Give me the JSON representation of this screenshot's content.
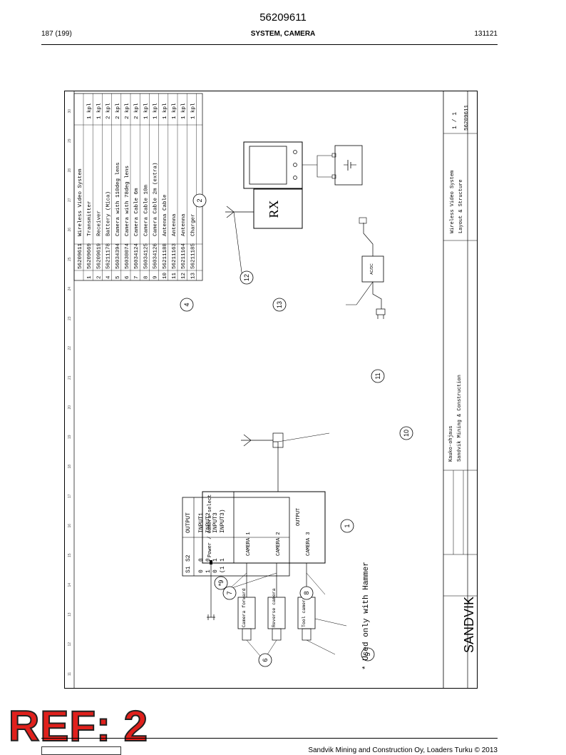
{
  "header": {
    "doc_number": "56209611",
    "page": "187 (199)",
    "section": "SYSTEM, CAMERA",
    "code": "131121"
  },
  "drawing": {
    "ruler_numbers": [
      "11",
      "12",
      "13",
      "14",
      "15",
      "16",
      "17",
      "18",
      "19",
      "20",
      "21",
      "22",
      "23",
      "24",
      "25",
      "26",
      "27",
      "28",
      "29",
      "30"
    ],
    "bom": [
      {
        "pos": "",
        "part": "56209611",
        "desc": "Wireless Video System",
        "qty": ""
      },
      {
        "pos": "1",
        "part": "56209669",
        "desc": "Transmitter",
        "qty": "1 kpl"
      },
      {
        "pos": "2",
        "part": "56209619",
        "desc": "Receiver",
        "qty": "1 kpl"
      },
      {
        "pos": "4",
        "part": "56211178",
        "desc": "Battery (Mica)",
        "qty": "2 kpl"
      },
      {
        "pos": "5",
        "part": "56034394",
        "desc": "Camera with 110deg lens",
        "qty": "2 kpl"
      },
      {
        "pos": "6",
        "part": "56030074",
        "desc": "Camera with 78deg lens",
        "qty": "2 kpl"
      },
      {
        "pos": "7",
        "part": "56034124",
        "desc": "Camera Cable 6m",
        "qty": "2 kpl"
      },
      {
        "pos": "8",
        "part": "56034125",
        "desc": "Camera Cable 10m",
        "qty": "1 kpl"
      },
      {
        "pos": "9",
        "part": "56034126",
        "desc": "Camera Cable 2m (extra)",
        "qty": "1 kpl"
      },
      {
        "pos": "10",
        "part": "56211188",
        "desc": "Antenna Cable",
        "qty": "1 kpl"
      },
      {
        "pos": "11",
        "part": "56211163",
        "desc": "Antenna",
        "qty": "1 kpl"
      },
      {
        "pos": "12",
        "part": "56211164",
        "desc": "Antenna",
        "qty": "1 kpl"
      },
      {
        "pos": "13",
        "part": "56211185",
        "desc": "Charger",
        "qty": "1 kpl"
      }
    ],
    "truth_table": {
      "headers": [
        "S1",
        "S2",
        "OUTPUT"
      ],
      "rows": [
        [
          "0",
          "0",
          "INPUT1"
        ],
        [
          "1",
          "0",
          "INPUT2"
        ],
        [
          "0",
          "1",
          "INPUT3"
        ],
        [
          "(1",
          "1",
          "INPUT3)"
        ]
      ]
    },
    "transmitter": {
      "power": "Power / Camera select",
      "cam1": "CAMERA 1",
      "cam2": "CAMERA 2",
      "cam3": "CAMERA 3",
      "output": "OUTPUT"
    },
    "cameras": {
      "forward": "Camera forward",
      "reverse": "Reverse camera",
      "tool": "Tool camera"
    },
    "receiver_label": "RX",
    "charger_label": "AC/DC",
    "balloons": [
      "1",
      "2",
      "4",
      "5",
      "6",
      "7",
      "*9",
      "8",
      "10",
      "11",
      "12",
      "13"
    ],
    "note": "* Used only with Hammer",
    "title_block": {
      "brand": "SANDVIK",
      "finnish": "Kauko-ohjaus",
      "company": "Sandvik Mining & Construction",
      "title1": "Wireless Video System",
      "title2": "Layout & Structure",
      "sheet": "1 / 1",
      "number": "56209611"
    }
  },
  "footer": {
    "ref": "REF: 2",
    "text": "Sandvik Mining and Construction Oy, Loaders Turku © 2013"
  }
}
